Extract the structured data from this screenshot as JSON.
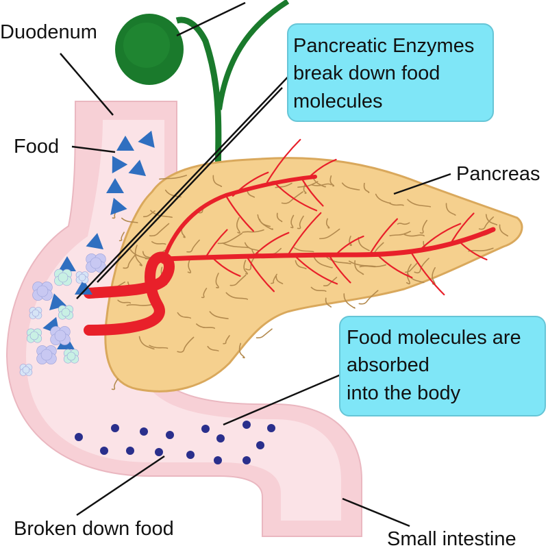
{
  "labels": {
    "duodenum": "Duodenum",
    "food": "Food",
    "pancreas": "Pancreas",
    "broken_down_food": "Broken down food",
    "small_intestine": "Small intestine"
  },
  "callouts": {
    "enzymes": {
      "lines": [
        "Pancreatic Enzymes",
        "break down food",
        "molecules"
      ]
    },
    "absorbed": {
      "lines": [
        "Food molecules are",
        "absorbed",
        "into the body"
      ]
    }
  },
  "colors": {
    "intestine": "#f7d0d6",
    "intestine_inner": "#fbe3e7",
    "pancreas": "#f5d08e",
    "pancreas_texture": "#b38a4e",
    "vessel": "#e8202a",
    "gallbladder": "#1a7a2c",
    "food_triangle": "#2f6fc0",
    "broken_food_dot": "#2a2f8c",
    "callout_fill": "#7fe6f7",
    "callout_stroke": "#66c5d6"
  },
  "icons": [
    "food-triangle",
    "molecule-cluster",
    "broken-food-dot",
    "gallbladder",
    "blood-vessel"
  ]
}
